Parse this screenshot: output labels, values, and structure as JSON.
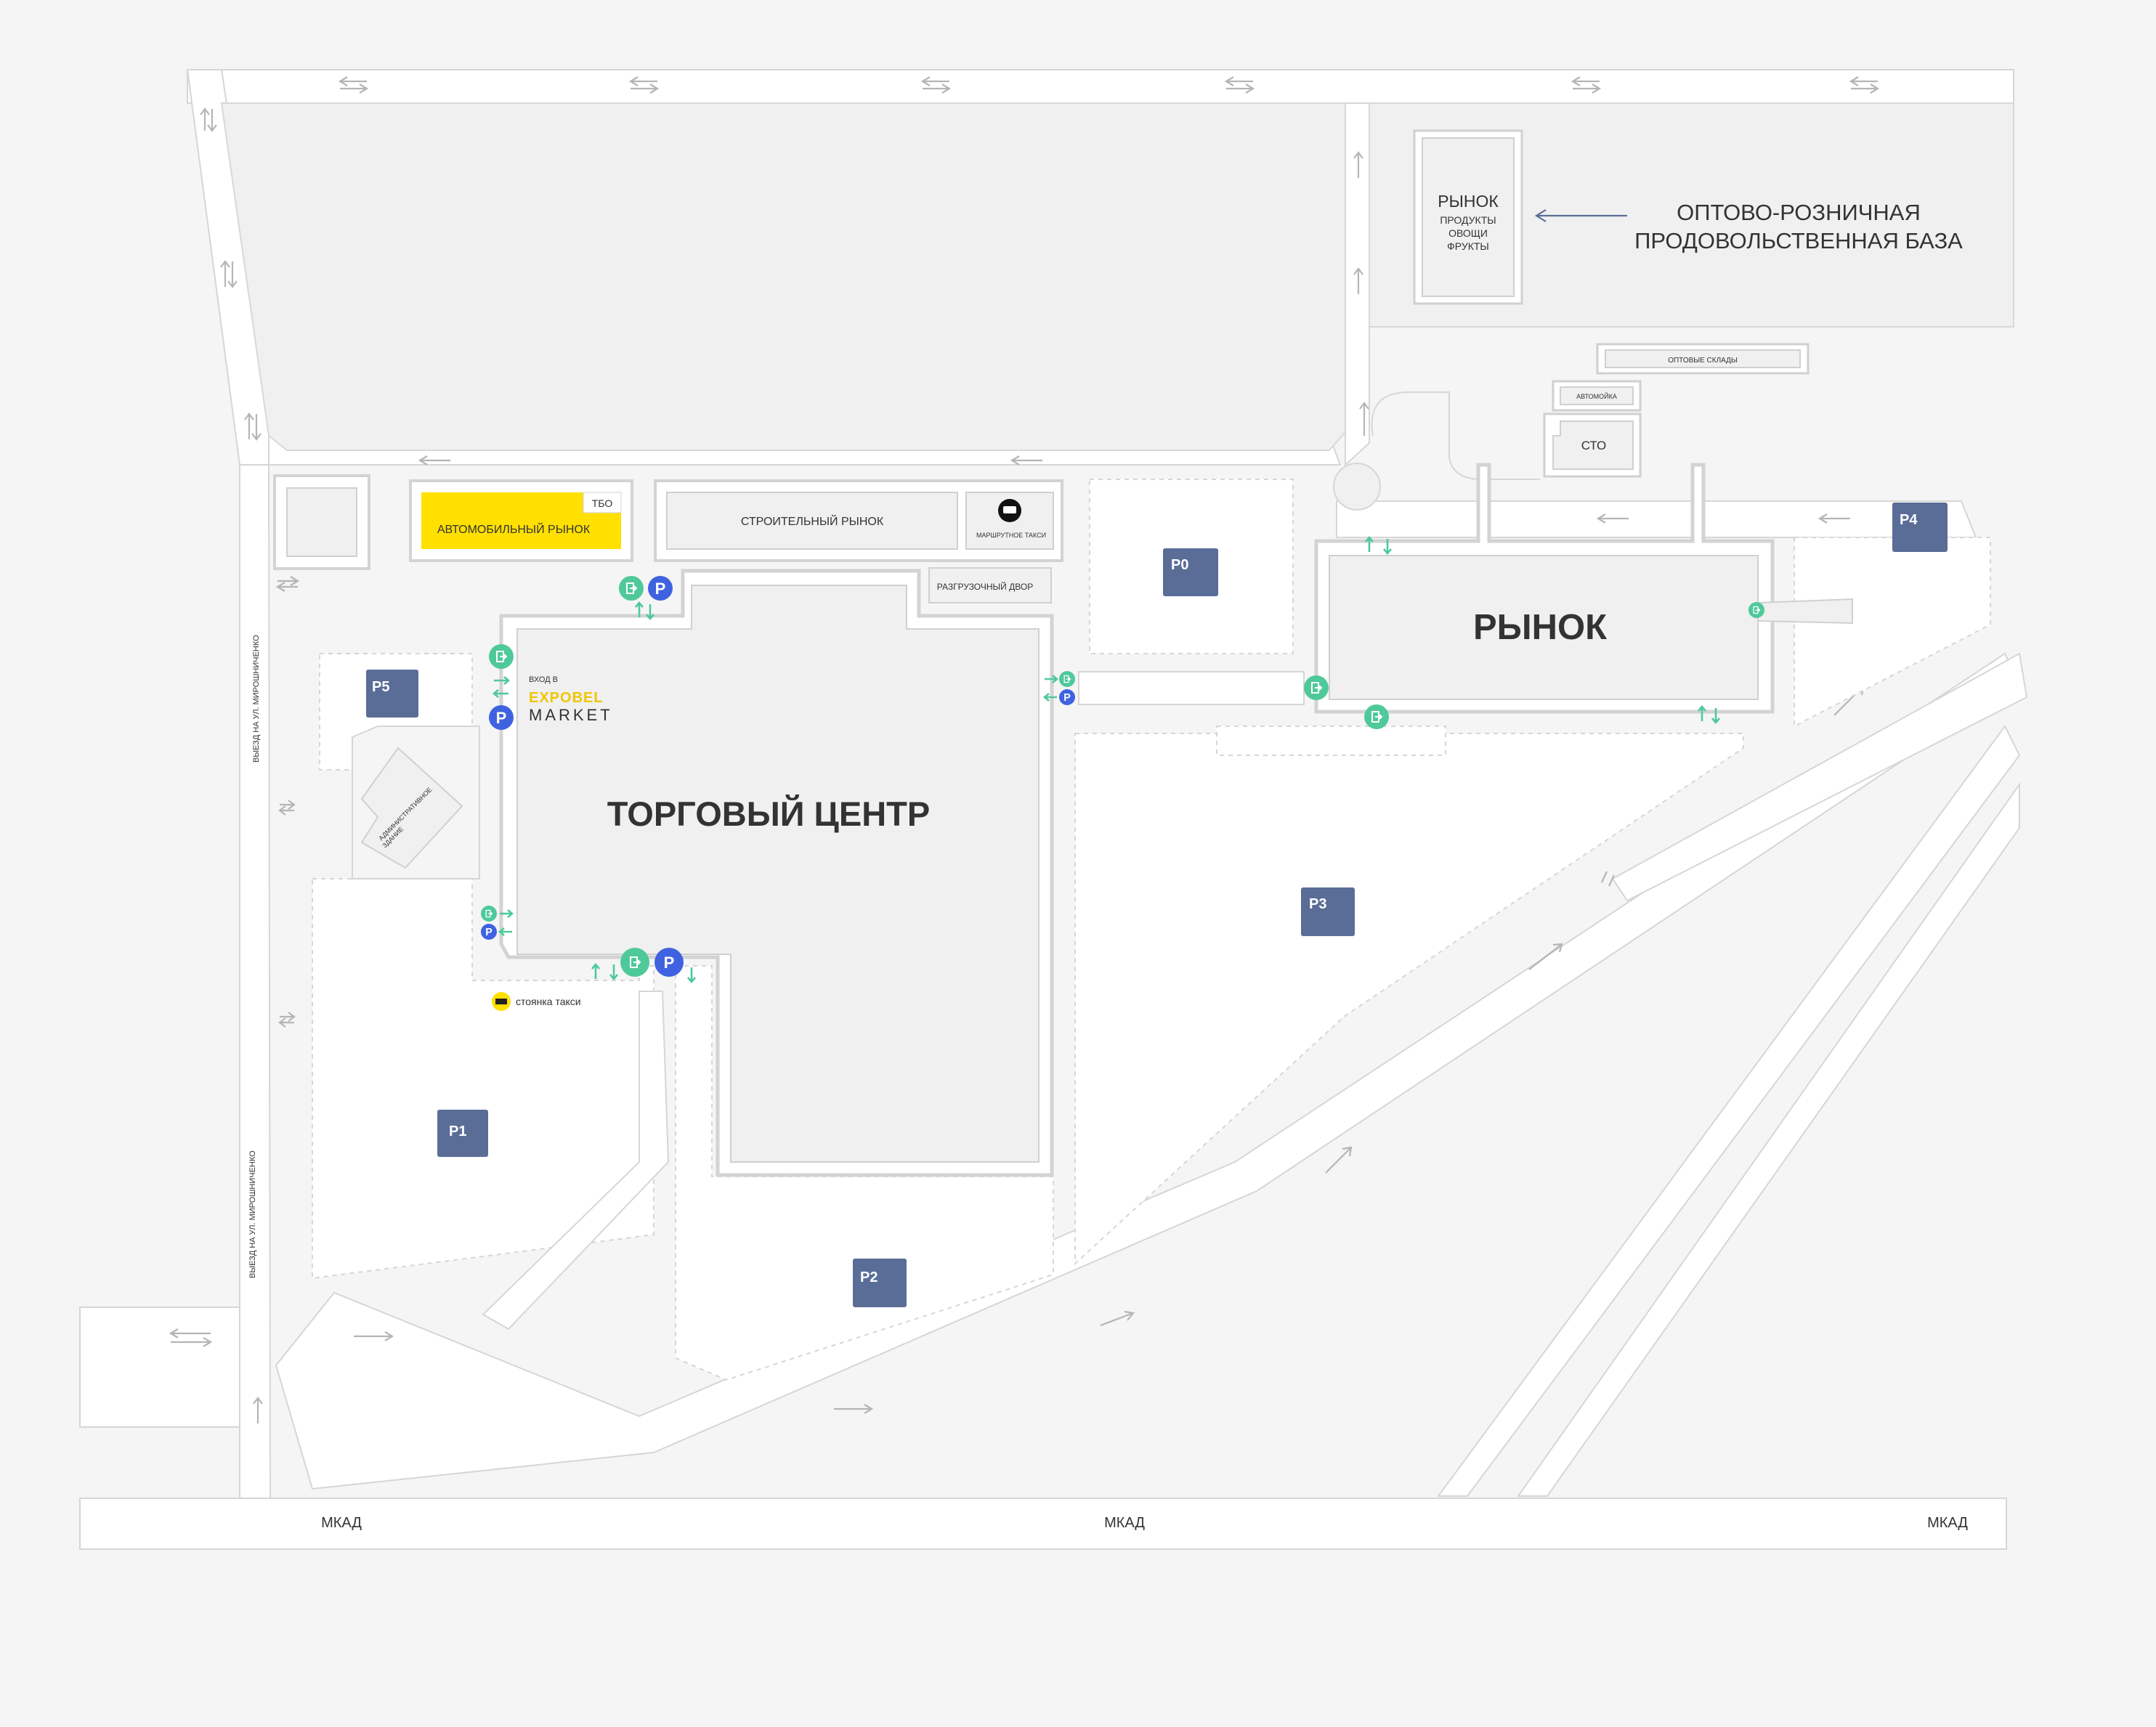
{
  "labels": {
    "mall": "ТОРГОВЫЙ ЦЕНТР",
    "market_main": "РЫНОК",
    "market_north_title": "РЫНОК",
    "market_north_goods": [
      "ПРОДУКТЫ",
      "ОВОЩИ",
      "ФРУКТЫ"
    ],
    "wholesale_base": [
      "ОПТОВО-РОЗНИЧНАЯ",
      "ПРОДОВОЛЬСТВЕННАЯ БАЗА"
    ],
    "auto_market": "АВТОМОБИЛЬНЫЙ РЫНОК",
    "tbo": "ТБО",
    "construction_market": "СТРОИТЕЛЬНЫЙ РЫНОК",
    "shuttle_taxi": "МАРШРУТНОЕ ТАКСИ",
    "unloading_yard": "РАЗГРУЗОЧНЫЙ ДВОР",
    "wholesale_warehouses": "ОПТОВЫЕ СКЛАДЫ",
    "car_wash": "АВТОМОЙКА",
    "service_station": "СТО",
    "admin_building": [
      "АДМИНИСТРАТИВНОЕ",
      "ЗДАНИЕ"
    ],
    "entrance_to": "ВХОД В",
    "expobel_line1": "EXPOBEL",
    "expobel_line2": "MARKET",
    "taxi_stand": "стоянка такси",
    "exit_mirosh_1": "ВЫЕЗД НА УЛ. МИРОШНИЧЕНКО",
    "exit_mirosh_2": "ВЫЕЗД НА УЛ. МИРОШНИЧЕНКО",
    "mkad": [
      "МКАД",
      "МКАД",
      "МКАД"
    ]
  },
  "parking_lots": [
    "P0",
    "P1",
    "P2",
    "P3",
    "P4",
    "P5"
  ],
  "icons": {
    "entrance": "entrance-door-icon",
    "parking": "parking-p-icon",
    "taxi": "taxi-icon",
    "shuttle": "shuttle-bus-icon"
  },
  "colors": {
    "background": "#f5f5f5",
    "road": "#ffffff",
    "building": "#eff0ef",
    "parking_badge": "#5a6d97",
    "entrance_green": "#4fc99a",
    "parking_blue": "#3f63e0",
    "auto_market_yellow": "#ffe000",
    "text": "#333333"
  }
}
